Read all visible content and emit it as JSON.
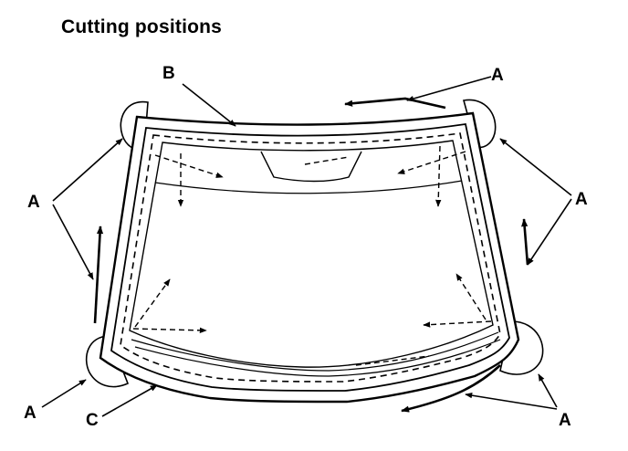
{
  "title": "Cutting positions",
  "labels": [
    {
      "key": "A",
      "text": "A"
    },
    {
      "key": "B",
      "text": "B"
    },
    {
      "key": "C",
      "text": "C"
    }
  ],
  "colors": {
    "ink": "#000000",
    "paper": "#ffffff"
  }
}
